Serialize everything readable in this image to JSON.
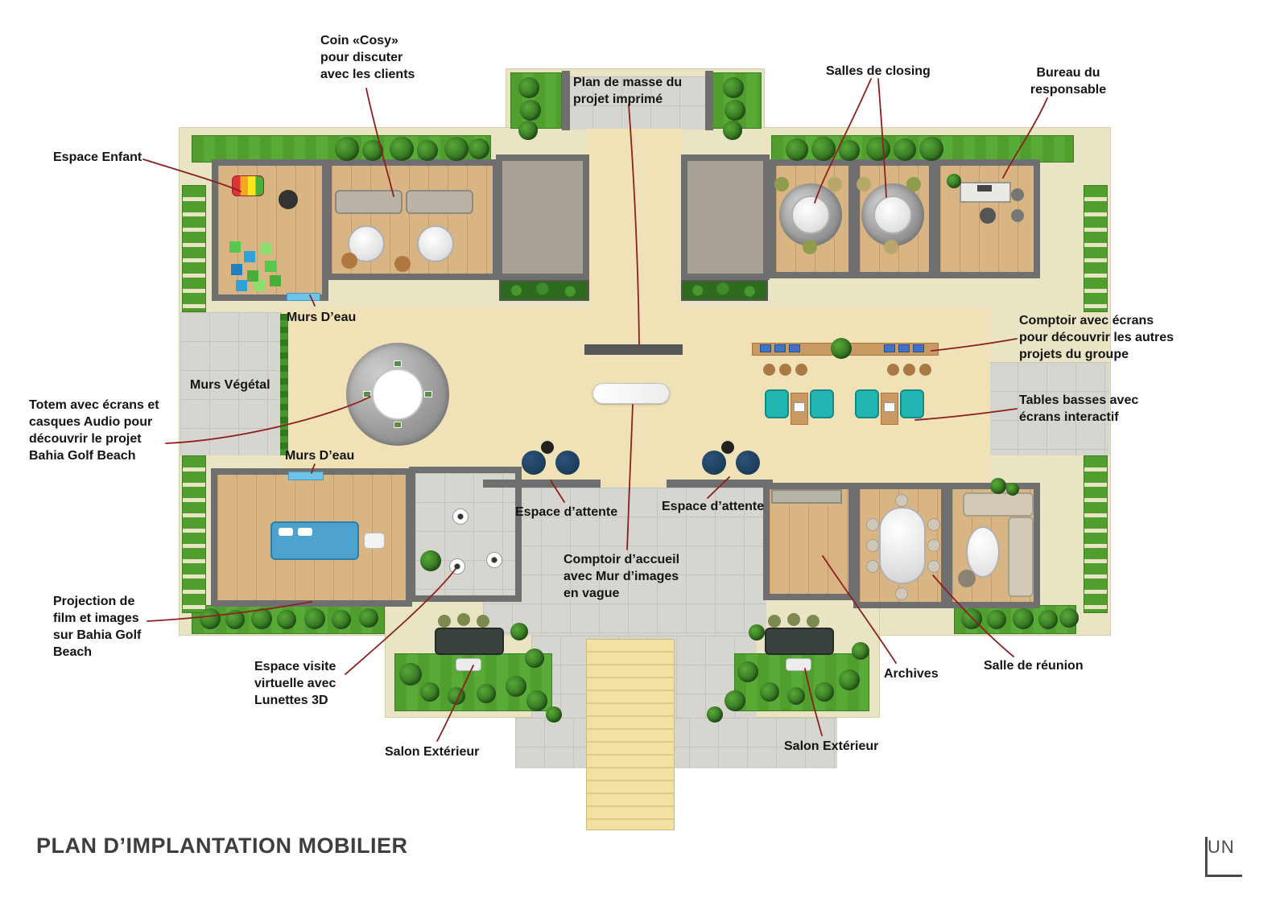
{
  "title": "PLAN D’IMPLANTATION MOBILIER",
  "logo": "UN",
  "colors": {
    "annotation_line": "#8e1f1f",
    "label_text": "#141414",
    "cream_border": "#e8e4c4",
    "grass": "#4f9e2e",
    "wall": "#6f6f6f",
    "hall_floor": "#f0e2b6",
    "wood_floor": "#d8b583",
    "tile_floor": "#d7d5d0",
    "stairs": "#f3e1a4",
    "water_wall": "#6fc3e8",
    "teal_chairs": "#22b5b2",
    "navy_chairs": "#16324f",
    "blue_sofa": "#4da3cd"
  },
  "annotations": [
    {
      "id": "coin-cosy",
      "text": "Coin «Cosy» pour discuter avec les clients"
    },
    {
      "id": "plan-de-masse",
      "text": "Plan de masse du projet imprimé"
    },
    {
      "id": "salles-de-closing",
      "text": "Salles de closing"
    },
    {
      "id": "bureau-du-responsable",
      "text": "Bureau du responsable"
    },
    {
      "id": "espace-enfant",
      "text": "Espace Enfant"
    },
    {
      "id": "murs-deau-haut",
      "text": "Murs D’eau"
    },
    {
      "id": "murs-vegetal",
      "text": "Murs Végétal"
    },
    {
      "id": "totem",
      "text": "Totem avec écrans et casques Audio pour découvrir le projet Bahia Golf Beach"
    },
    {
      "id": "comptoir-ecrans",
      "text": "Comptoir avec écrans pour découvrir les autres projets du groupe"
    },
    {
      "id": "tables-basses",
      "text": "Tables basses avec écrans interactif"
    },
    {
      "id": "murs-deau-bas",
      "text": "Murs D’eau"
    },
    {
      "id": "espace-attente-gauche",
      "text": "Espace d’attente"
    },
    {
      "id": "espace-attente-droite",
      "text": "Espace d’attente"
    },
    {
      "id": "comptoir-accueil",
      "text": "Comptoir d’accueil avec Mur d’images en vague"
    },
    {
      "id": "projection",
      "text": "Projection de film et images sur Bahia Golf Beach"
    },
    {
      "id": "espace-visite",
      "text": "Espace visite virtuelle avec Lunettes 3D"
    },
    {
      "id": "salon-exterieur-gauche",
      "text": "Salon Extérieur"
    },
    {
      "id": "salon-exterieur-droite",
      "text": "Salon Extérieur"
    },
    {
      "id": "archives",
      "text": "Archives"
    },
    {
      "id": "salle-de-reunion",
      "text": "Salle de réunion"
    }
  ]
}
